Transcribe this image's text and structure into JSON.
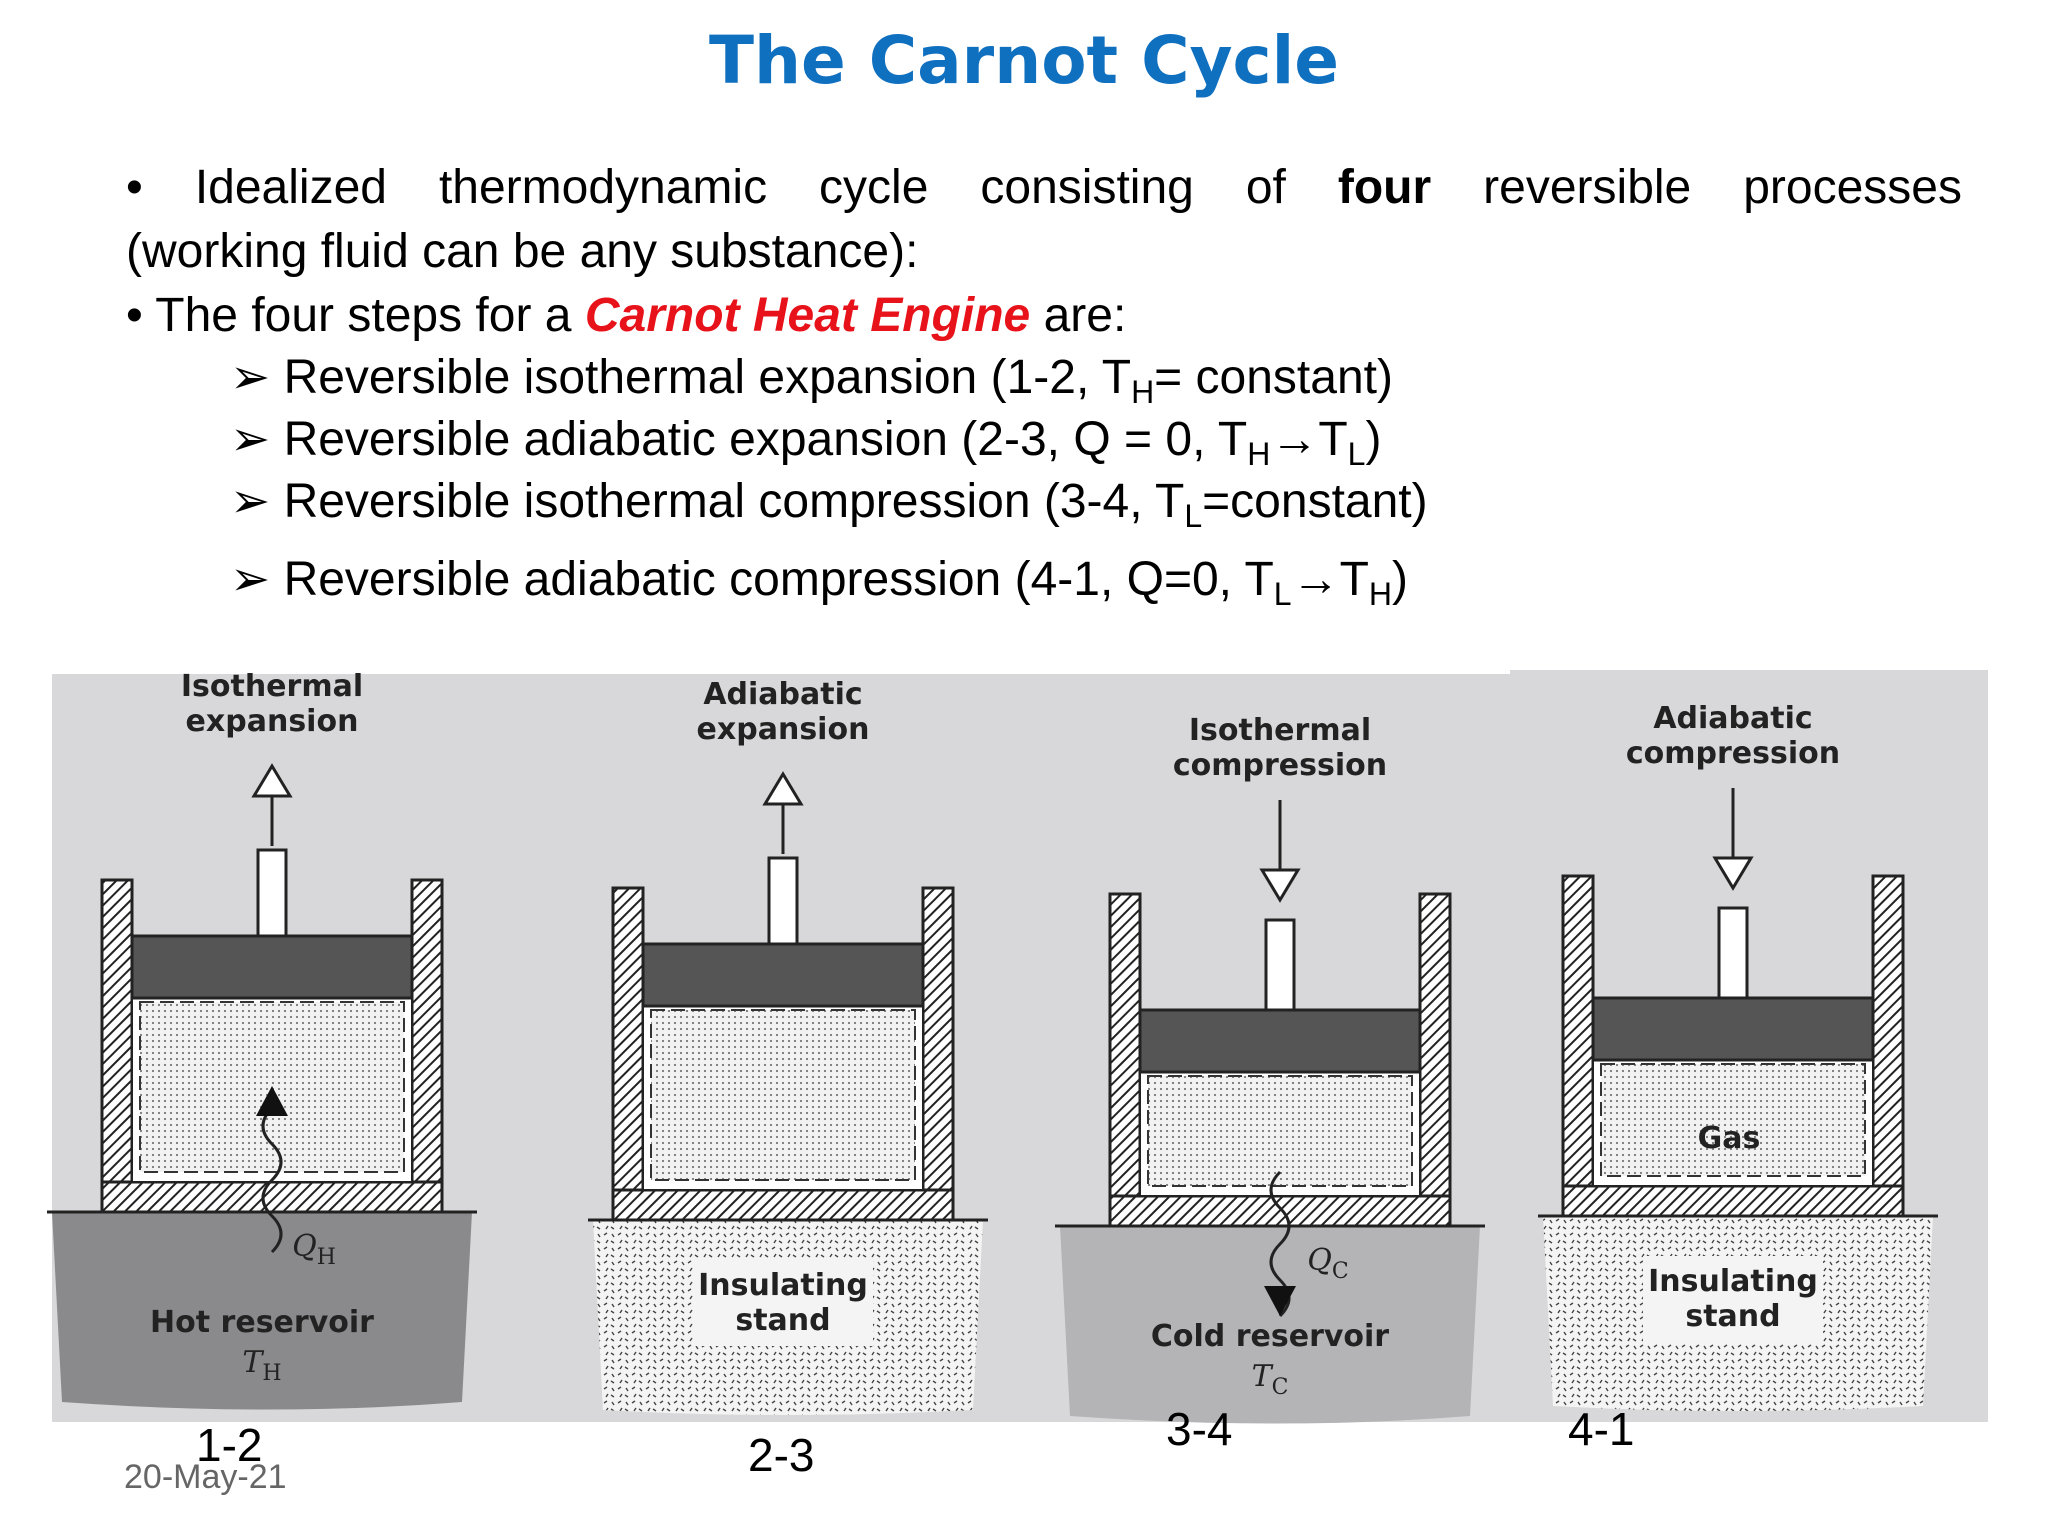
{
  "title": "The Carnot Cycle",
  "bullet1": {
    "pre": "Idealized thermodynamic cycle consisting of",
    "bold": "four",
    "post": "reversible processes",
    "line2": "(working fluid can be any substance):"
  },
  "bullet2": {
    "pre": "• The four steps for a",
    "highlight": "Carnot Heat Engine",
    "post": "are:"
  },
  "steps": [
    {
      "pre": "Reversible isothermal expansion (1-2, T",
      "s1": "H",
      "post": "= constant)"
    },
    {
      "pre": "Reversible adiabatic expansion (2-3, Q = 0, T",
      "s1": "H",
      "mid": "→T",
      "s2": "L",
      "post": ")"
    },
    {
      "pre": "Reversible isothermal compression (3-4, T",
      "s1": "L",
      "post": "=constant)"
    },
    {
      "pre": "Reversible adiabatic compression (4-1, Q=0, T",
      "s1": "L",
      "mid": "→T",
      "s2": "H",
      "post": ")"
    }
  ],
  "panels": [
    {
      "title1": "Isothermal",
      "title2": "expansion",
      "base1": "Hot reservoir",
      "base2": "T",
      "base2sub": "H",
      "heat": "Q",
      "heatsub": "H",
      "step": "1-2"
    },
    {
      "title1": "Adiabatic",
      "title2": "expansion",
      "base1": "Insulating",
      "base2": "stand",
      "step": "2-3"
    },
    {
      "title1": "Isothermal",
      "title2": "compression",
      "base1": "Cold reservoir",
      "base2": "T",
      "base2sub": "C",
      "heat": "Q",
      "heatsub": "C",
      "step": "3-4"
    },
    {
      "title1": "Adiabatic",
      "title2": "compression",
      "base1": "Insulating",
      "base2": "stand",
      "gas": "Gas",
      "step": "4-1"
    }
  ],
  "date": "20-May-21",
  "colors": {
    "title": "#1070c0",
    "highlight": "#e8131a",
    "panel_bg": "#d8d8da"
  }
}
